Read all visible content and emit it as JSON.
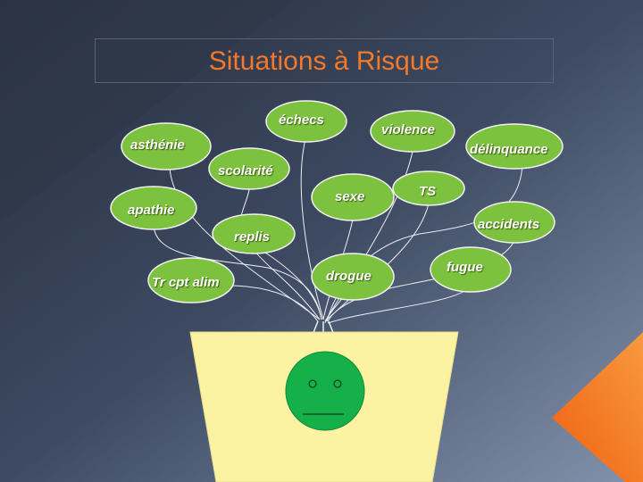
{
  "title": "Situations  à  Risque",
  "items": {
    "echecs": "échecs",
    "violence": "violence",
    "asthenie": "asthénie",
    "delinquance": "délinquance",
    "scolarite": "scolarité",
    "sexe": "sexe",
    "ts": "TS",
    "apathie": "apathie",
    "accidents": "accidents",
    "replis": "replis",
    "fugue": "fugue",
    "tr_cpt_alim": "Tr cpt alim",
    "drogue": "drogue"
  },
  "colors": {
    "bg_top": "#2a3242",
    "bg_bottom": "#7b8aa5",
    "bubble_fill": "#7cc23e",
    "bubble_stroke": "#f2f2f2",
    "pot_fill": "#fbf2a2",
    "face_fill": "#16b04a",
    "title": "#f4782a",
    "accent_orange": "#f4781e"
  }
}
